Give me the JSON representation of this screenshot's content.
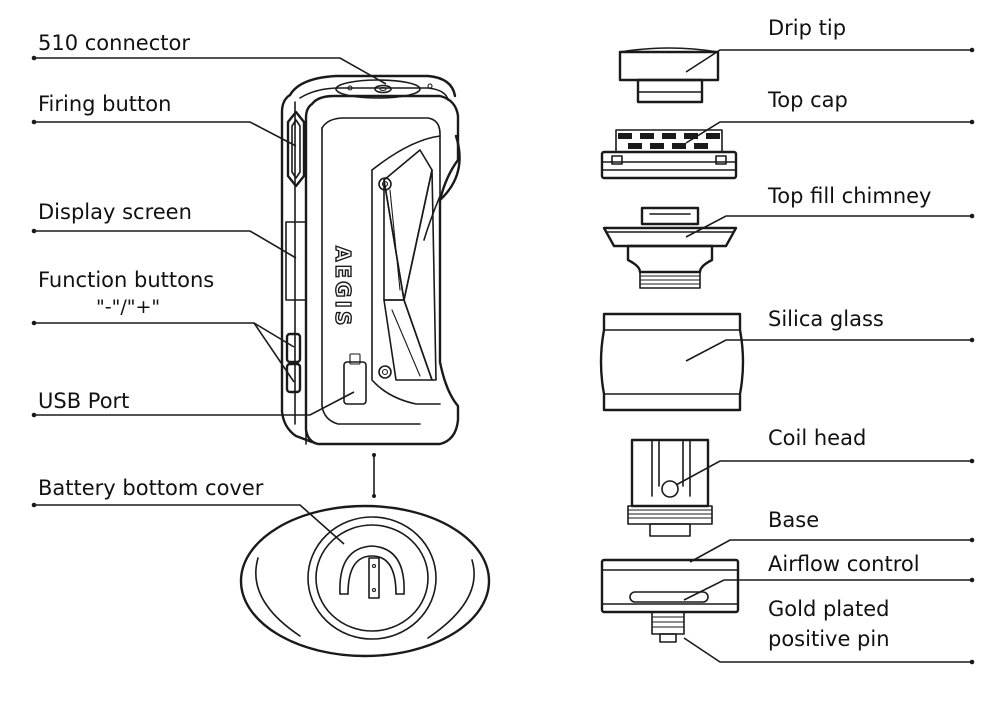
{
  "labels": {
    "connector_510": "510 connector",
    "firing_button": "Firing button",
    "display_screen": "Display screen",
    "function_buttons": "Function buttons",
    "function_symbols": "\"-\"/\"+\"",
    "usb_port": "USB Port",
    "battery_bottom_cover": "Battery bottom cover",
    "drip_tip": "Drip tip",
    "top_cap": "Top cap",
    "top_fill_chimney": "Top fill chimney",
    "silica_glass": "Silica glass",
    "coil_head": "Coil head",
    "base": "Base",
    "airflow_control": "Airflow control",
    "gold_plated_positive_pin": "Gold plated\npositive pin"
  },
  "device": {
    "brand_mark": "AEGIS"
  }
}
